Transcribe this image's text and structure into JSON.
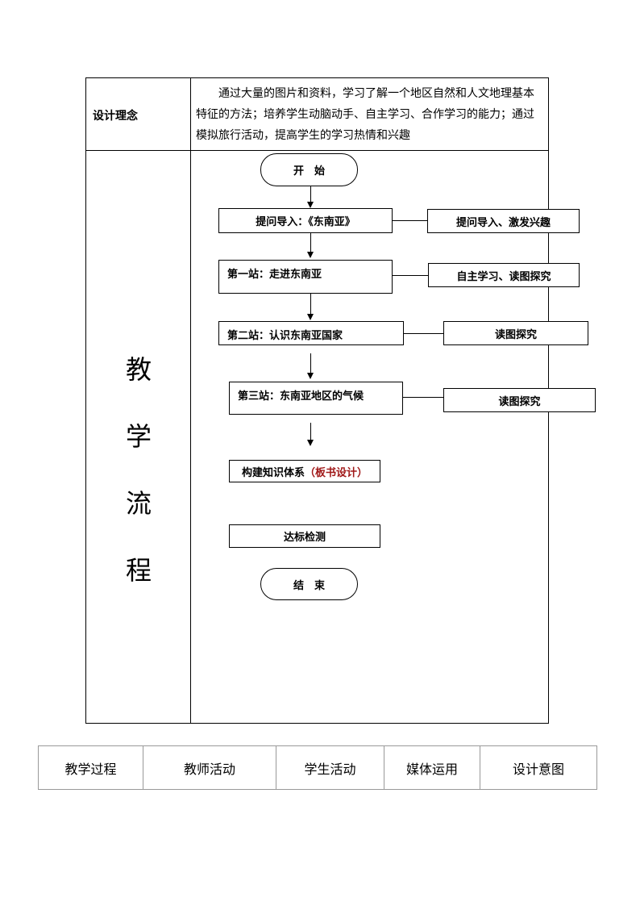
{
  "design": {
    "label": "设计理念",
    "text": "通过大量的图片和资料，学习了解一个地区自然和人文地理基本特征的方法；培养学生动脑动手、自主学习、合作学习的能力；通过模拟旅行活动，提高学生的学习热情和兴趣"
  },
  "flow_title": [
    "教",
    "学",
    "流",
    "程"
  ],
  "flow": {
    "start": "开　始",
    "step1": "提问导入：《东南亚》",
    "step1_note": "提问导入、激发兴趣",
    "step2": "第一站：走进东南亚",
    "step2_note": "自主学习、读图探究",
    "step3": "第二站：认识东南亚国家",
    "step3_note": "读图探究",
    "step4": "第三站：东南亚地区的气候",
    "step4_note": "读图探究",
    "step5_main": "构建知识体系",
    "step5_red": "（板书设计）",
    "step6": "达标检测",
    "end": "结　束"
  },
  "process_header": [
    "教学过程",
    "教师活动",
    "学生活动",
    "媒体运用",
    "设计意图"
  ]
}
